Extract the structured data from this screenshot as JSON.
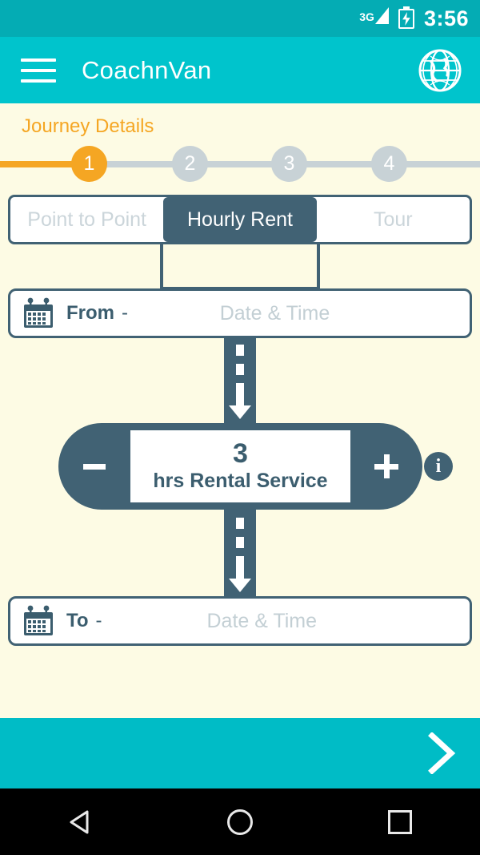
{
  "status_bar": {
    "network": "3G",
    "network_icon": "signal-bars-icon",
    "battery_icon": "battery-charging-icon",
    "time": "3:56"
  },
  "app_bar": {
    "menu_icon": "hamburger-menu-icon",
    "title": "CoachnVan",
    "globe_icon": "globe-icon"
  },
  "journey": {
    "section_title": "Journey Details",
    "steps": [
      {
        "label": "1",
        "state": "active"
      },
      {
        "label": "2",
        "state": "inactive"
      },
      {
        "label": "3",
        "state": "inactive"
      },
      {
        "label": "4",
        "state": "inactive"
      }
    ],
    "active_step": 1,
    "total_steps": 4
  },
  "tabs": [
    {
      "label": "Point to Point",
      "selected": false
    },
    {
      "label": "Hourly Rent",
      "selected": true
    },
    {
      "label": "Tour",
      "selected": false
    }
  ],
  "from_field": {
    "icon": "calendar-icon",
    "label": "From",
    "separator": "-",
    "value": "",
    "placeholder": "Date & Time"
  },
  "to_field": {
    "icon": "calendar-icon",
    "label": "To",
    "separator": "-",
    "value": "",
    "placeholder": "Date & Time"
  },
  "hours_stepper": {
    "decrement_label": "−",
    "increment_label": "+",
    "value": "3",
    "unit": "hrs Rental Service",
    "info_label": "i"
  },
  "bottom_bar": {
    "next_icon": "chevron-right-icon"
  },
  "nav_bar": {
    "back_icon": "back-triangle-icon",
    "home_icon": "home-circle-icon",
    "recents_icon": "recents-square-icon"
  },
  "colors": {
    "teal": "#00C4CC",
    "teal_dark": "#04ACB4",
    "cream": "#FDFBE4",
    "slate": "#416274",
    "orange": "#F5A623",
    "gray": "#C8D2D6"
  }
}
